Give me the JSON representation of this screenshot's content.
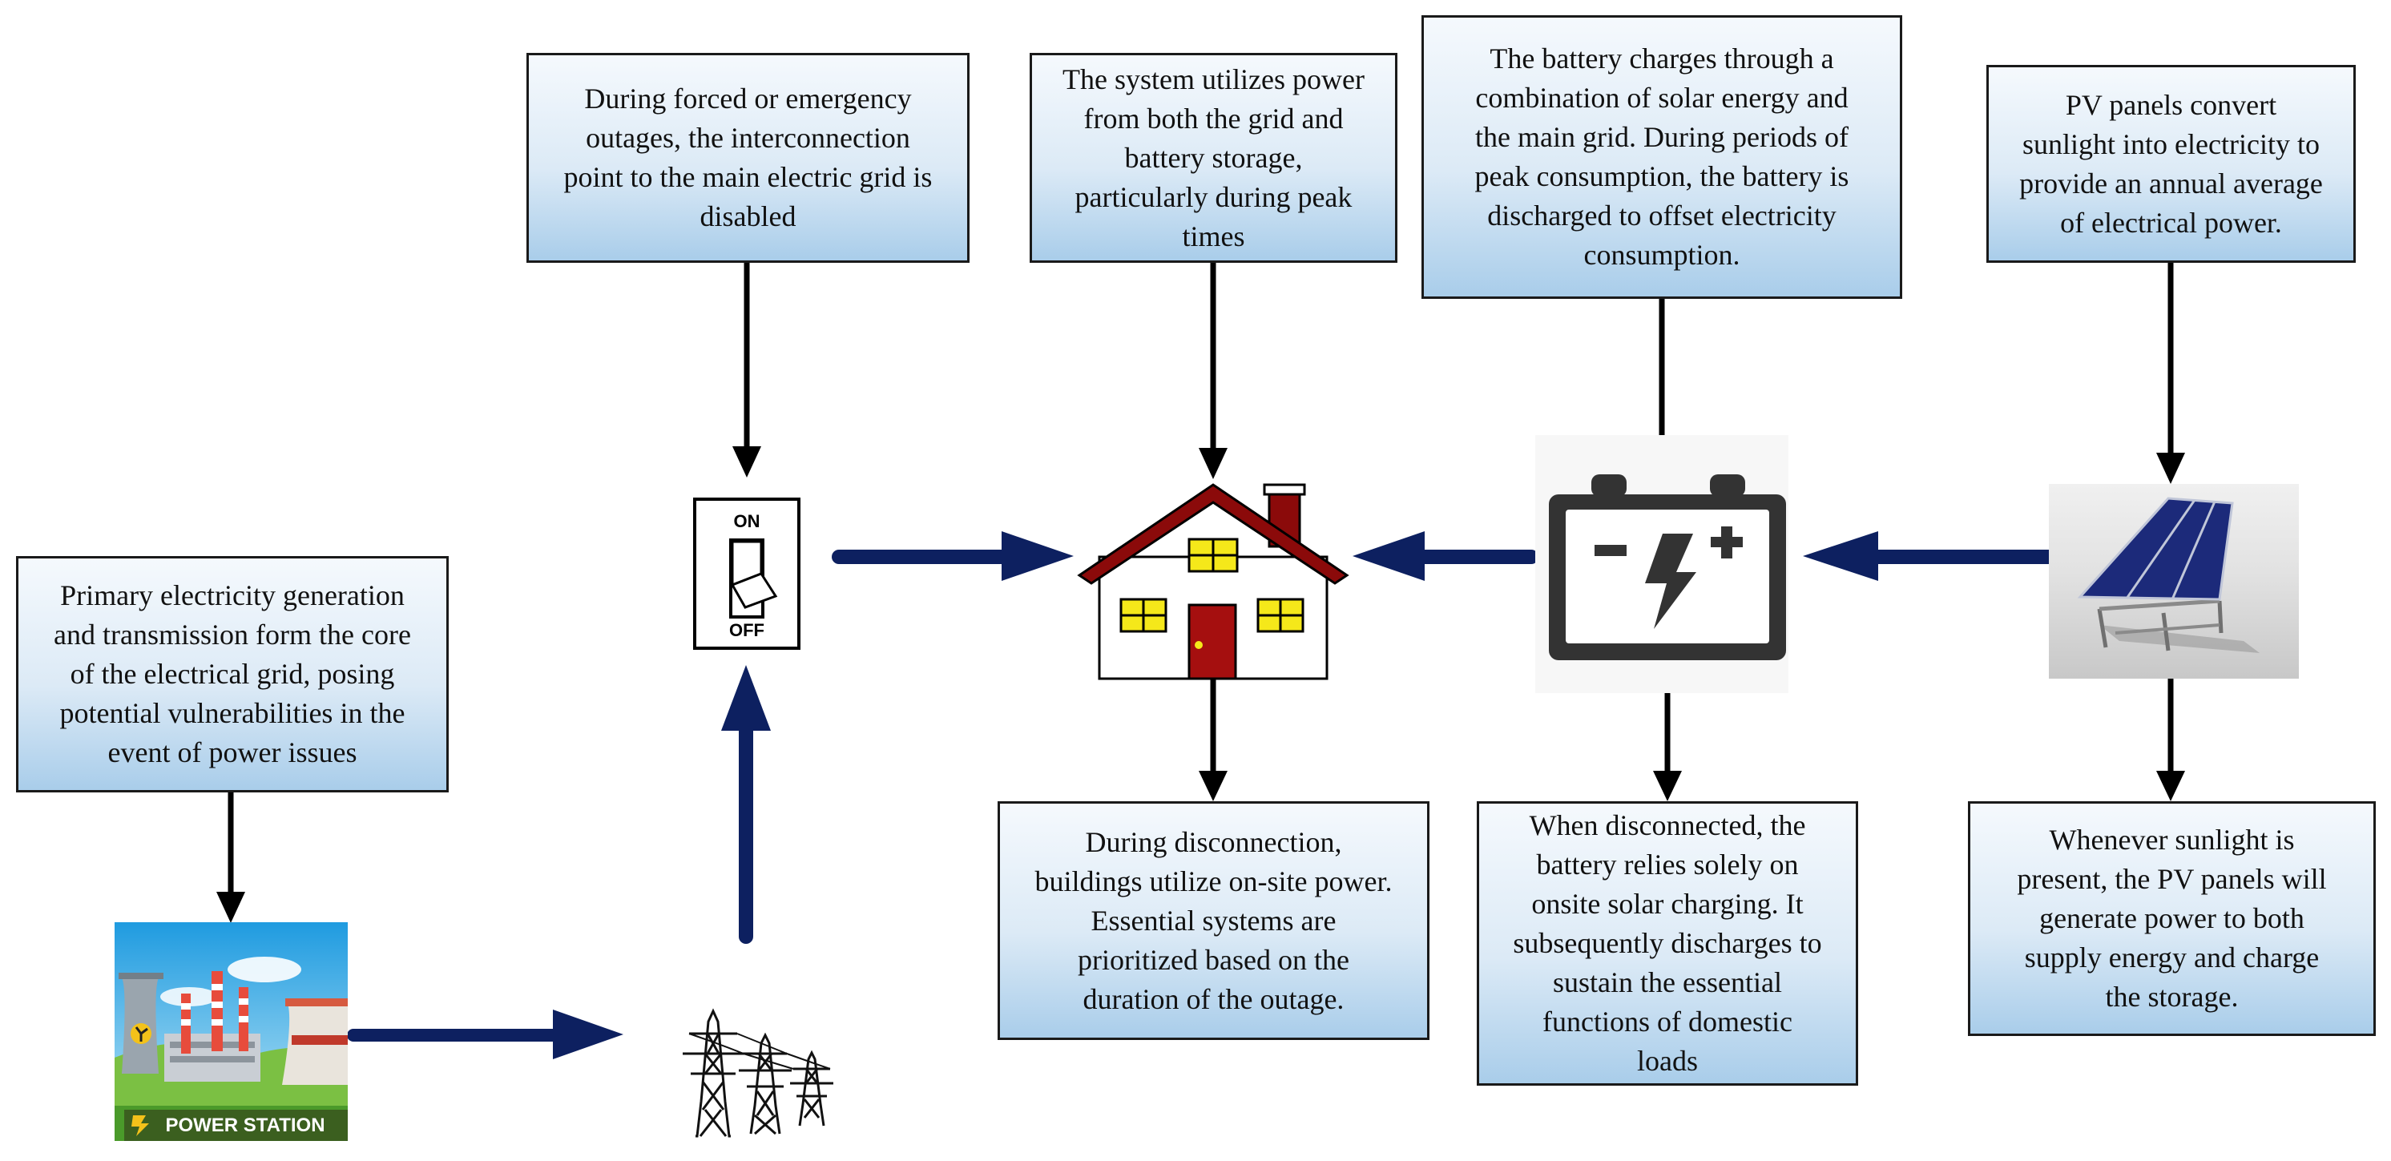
{
  "boxes": {
    "grid_generation": "Primary electricity generation\nand transmission form the core\nof the electrical grid, posing\npotential vulnerabilities in the\nevent of power issues",
    "outage": "During forced or emergency\noutages, the interconnection\npoint to the main electric grid is\ndisabled",
    "system_power": "The system utilizes power\nfrom both the grid and\nbattery storage,\nparticularly during peak\ntimes",
    "battery_charge": "The battery charges through a\ncombination of solar energy and\nthe main grid. During periods of\npeak consumption, the battery is\ndischarged to offset electricity\nconsumption.",
    "pv_convert": "PV panels convert\nsunlight into electricity to\nprovide an annual average\nof electrical power.",
    "disconnection": "During disconnection,\nbuildings utilize on-site power.\nEssential systems are\nprioritized based on the\nduration of the outage.",
    "battery_disconnected": "When disconnected, the\nbattery relies solely on\nonsite solar charging. It\nsubsequently discharges to\nsustain the essential\nfunctions of domestic\nloads",
    "sunlight": "Whenever sunlight is\npresent, the PV panels will\ngenerate power to both\nsupply energy and charge\nthe storage."
  },
  "switch": {
    "on_label": "ON",
    "off_label": "OFF"
  },
  "power_station": {
    "label": "POWER STATION"
  },
  "colors": {
    "flow_arrow": "#0d2060",
    "pointer_arrow": "#000000",
    "house_roof": "#8b0a0a",
    "house_window": "#f5e81a",
    "battery_body": "#333333",
    "solar_panel": "#1c2a7a"
  }
}
